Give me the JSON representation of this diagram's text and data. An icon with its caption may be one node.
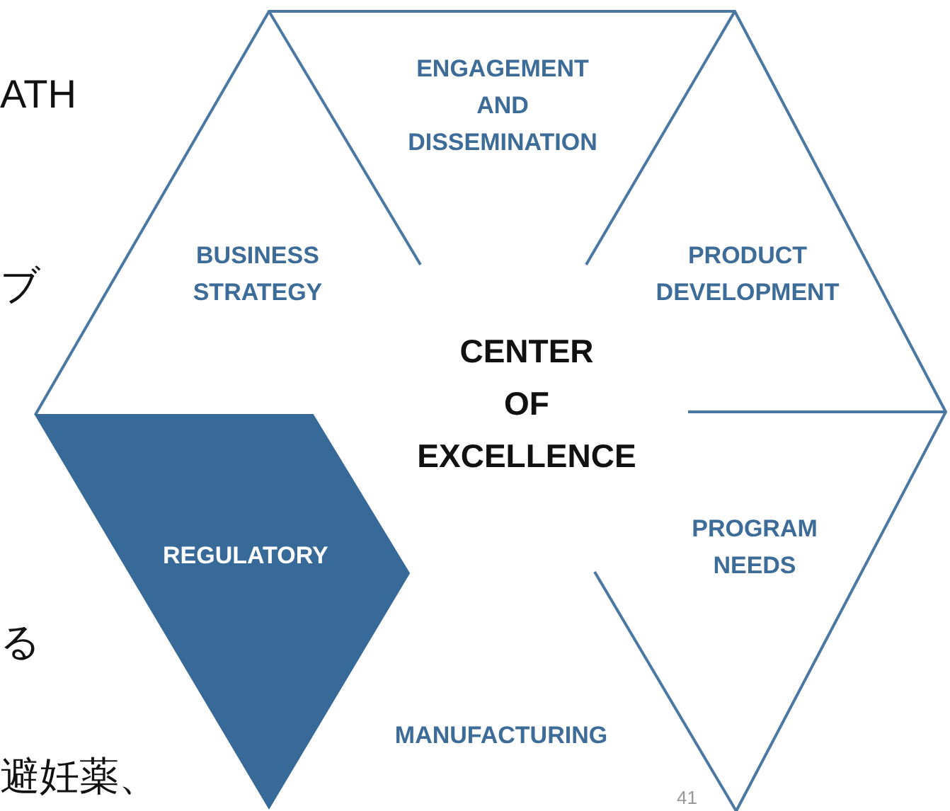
{
  "diagram": {
    "nodes": [
      {
        "text": [
          "CENTER OF EXCELLENCE"
        ]
      },
      {
        "text": [
          "REGULATORY"
        ],
        "in": 0
      }
    ],
    "labels": [
      "ATH",
      "ENGAGEMENT AND DISSEMINATION",
      "BUSINESS STRATEGY",
      "ブ",
      "PRODUCT DEVELOPMENT",
      "PROGRAM NEEDS",
      "る",
      "MANUFACTURING",
      "避妊薬、",
      "41"
    ]
  }
}
